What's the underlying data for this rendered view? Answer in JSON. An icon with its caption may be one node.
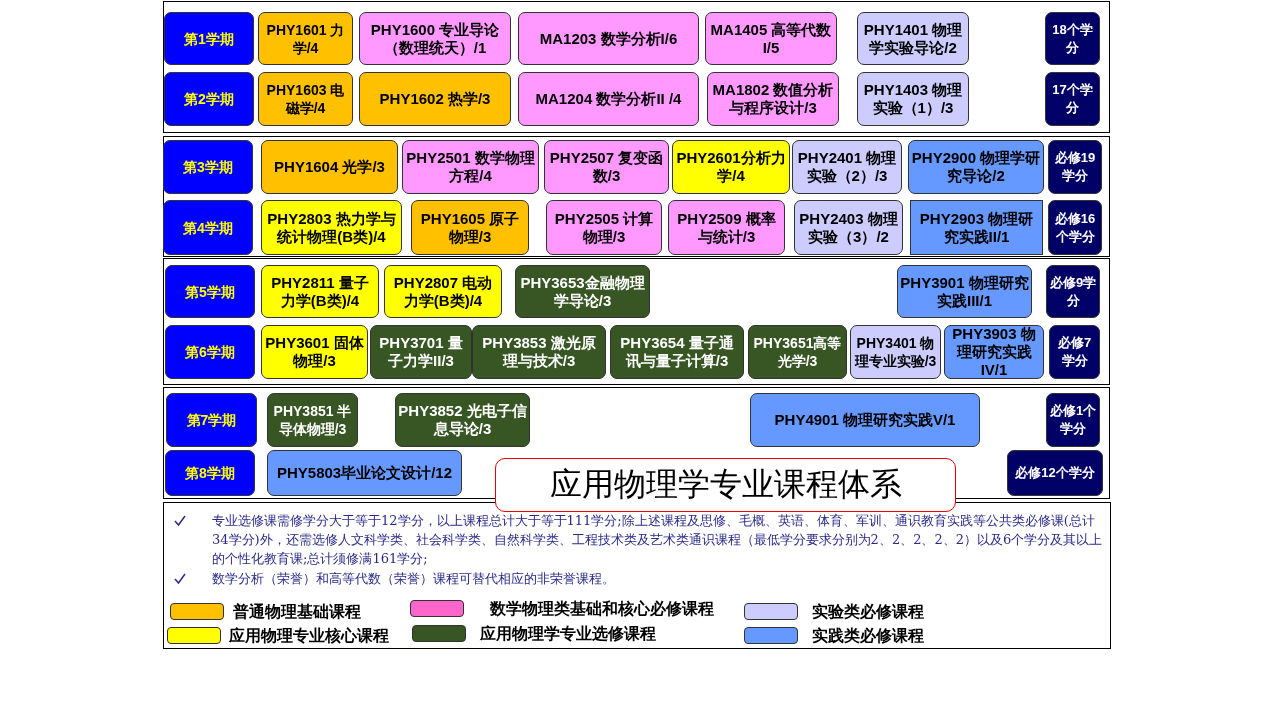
{
  "diagram": {
    "title": "应用物理学专业课程体系",
    "nodes": [
      {
        "text": [
          "第1学期"
        ]
      },
      {
        "text": [
          "PHY1601 力学/4"
        ]
      },
      {
        "text": [
          "PHY1600 专业导论（数理统天）/1"
        ]
      },
      {
        "text": [
          "MA1203 数学分析I/6"
        ]
      },
      {
        "text": [
          "MA1405 高等代数I/5"
        ]
      },
      {
        "text": [
          "PHY1401 物理学实验导论/2"
        ]
      },
      {
        "text": [
          "18个学分"
        ]
      },
      {
        "text": [
          "第2学期"
        ]
      },
      {
        "text": [
          "PHY1603 电磁学/4"
        ]
      },
      {
        "text": [
          "PHY1602 热学/3"
        ]
      },
      {
        "text": [
          "MA1204 数学分析II /4"
        ]
      },
      {
        "text": [
          "MA1802 数值分析与程序设计/3"
        ]
      },
      {
        "text": [
          "PHY1403 物理实验（1）/3"
        ]
      },
      {
        "text": [
          "17个学分"
        ]
      },
      {
        "text": [
          "第3学期"
        ]
      },
      {
        "text": [
          "PHY1604 光学/3"
        ]
      },
      {
        "text": [
          "PHY2501 数学物理方程/4"
        ]
      },
      {
        "text": [
          "PHY2507 复变函数/3"
        ]
      },
      {
        "text": [
          "PHY2601分析力学/4"
        ]
      },
      {
        "text": [
          "PHY2401 物理实验（2）/3"
        ]
      },
      {
        "text": [
          "PHY2900 物理学研究导论/2"
        ]
      },
      {
        "text": [
          "必修19学分"
        ]
      },
      {
        "text": [
          "第4学期"
        ]
      },
      {
        "text": [
          "PHY2803 热力学与统计物理(B类)/4"
        ]
      },
      {
        "text": [
          "PHY1605 原子物理/3"
        ]
      },
      {
        "text": [
          "PHY2505 计算物理/3"
        ]
      },
      {
        "text": [
          "PHY2509 概率与统计/3"
        ]
      },
      {
        "text": [
          "PHY2403 物理实验（3）/2"
        ]
      },
      {
        "text": [
          "PHY2903 物理研究实践II/1"
        ]
      },
      {
        "text": [
          "必修16个学分"
        ]
      },
      {
        "text": [
          "第5学期"
        ]
      },
      {
        "text": [
          "PHY2811 量子力学(B类)/4"
        ]
      },
      {
        "text": [
          "PHY2807 电动力学(B类)/4"
        ]
      },
      {
        "text": [
          "PHY3653金融物理学导论/3"
        ]
      },
      {
        "text": [
          "PHY3901 物理研究实践III/1"
        ]
      },
      {
        "text": [
          "必修9学分"
        ]
      },
      {
        "text": [
          "第6学期"
        ]
      },
      {
        "text": [
          "PHY3601 固体物理/3"
        ]
      },
      {
        "text": [
          "PHY3701 量子力学II/3"
        ]
      },
      {
        "text": [
          "PHY3853 激光原理与技术/3"
        ]
      },
      {
        "text": [
          "PHY3654 量子通讯与量子计算/3"
        ]
      },
      {
        "text": [
          "PHY3651高等光学/3"
        ]
      },
      {
        "text": [
          "PHY3401 物理专业实验/3"
        ]
      },
      {
        "text": [
          "PHY3903 物理研究实践IV/1"
        ]
      },
      {
        "text": [
          "必修7学分"
        ]
      },
      {
        "text": [
          "第7学期"
        ]
      },
      {
        "text": [
          "PHY3851 半导体物理/3"
        ]
      },
      {
        "text": [
          "PHY3852 光电子信息导论/3"
        ]
      },
      {
        "text": [
          "PHY4901 物理研究实践V/1"
        ]
      },
      {
        "text": [
          "必修1个学分"
        ]
      },
      {
        "text": [
          "第8学期"
        ]
      },
      {
        "text": [
          "PHY5803毕业论文设计/12"
        ]
      },
      {
        "text": [
          "必修12个学分"
        ]
      }
    ],
    "labels": [
      "专业选修课需修学分大于等于12学分，以上课程总计大于等于111学分;除上述课程及思修、毛概、英语、体育、军训、通识教育实践等公共类必修课(总计34学分)外，还需选修人文科学类、社会科学类、自然科学类、工程技术类及艺术类通识课程（最低学分要求分别为2、2、2、2、2）以及6个学分及其以上的个性化教育课;总计须修满161学分;",
      "数学分析（荣誉）和高等代数（荣誉）课程可替代相应的非荣誉课程。"
    ],
    "legend": [
      {
        "text": "普通物理基础课程",
        "color": "#ffc000"
      },
      {
        "text": "数学物理类基础和核心必修课程",
        "color": "#ff66cc"
      },
      {
        "text": "实验类必修课程",
        "color": "#ccccff"
      },
      {
        "text": "应用物理专业核心课程",
        "color": "#ffff00"
      },
      {
        "text": "应用物理学专业选修课程",
        "color": "#375623"
      },
      {
        "text": "实践类必修课程",
        "color": "#6699ff"
      }
    ]
  }
}
